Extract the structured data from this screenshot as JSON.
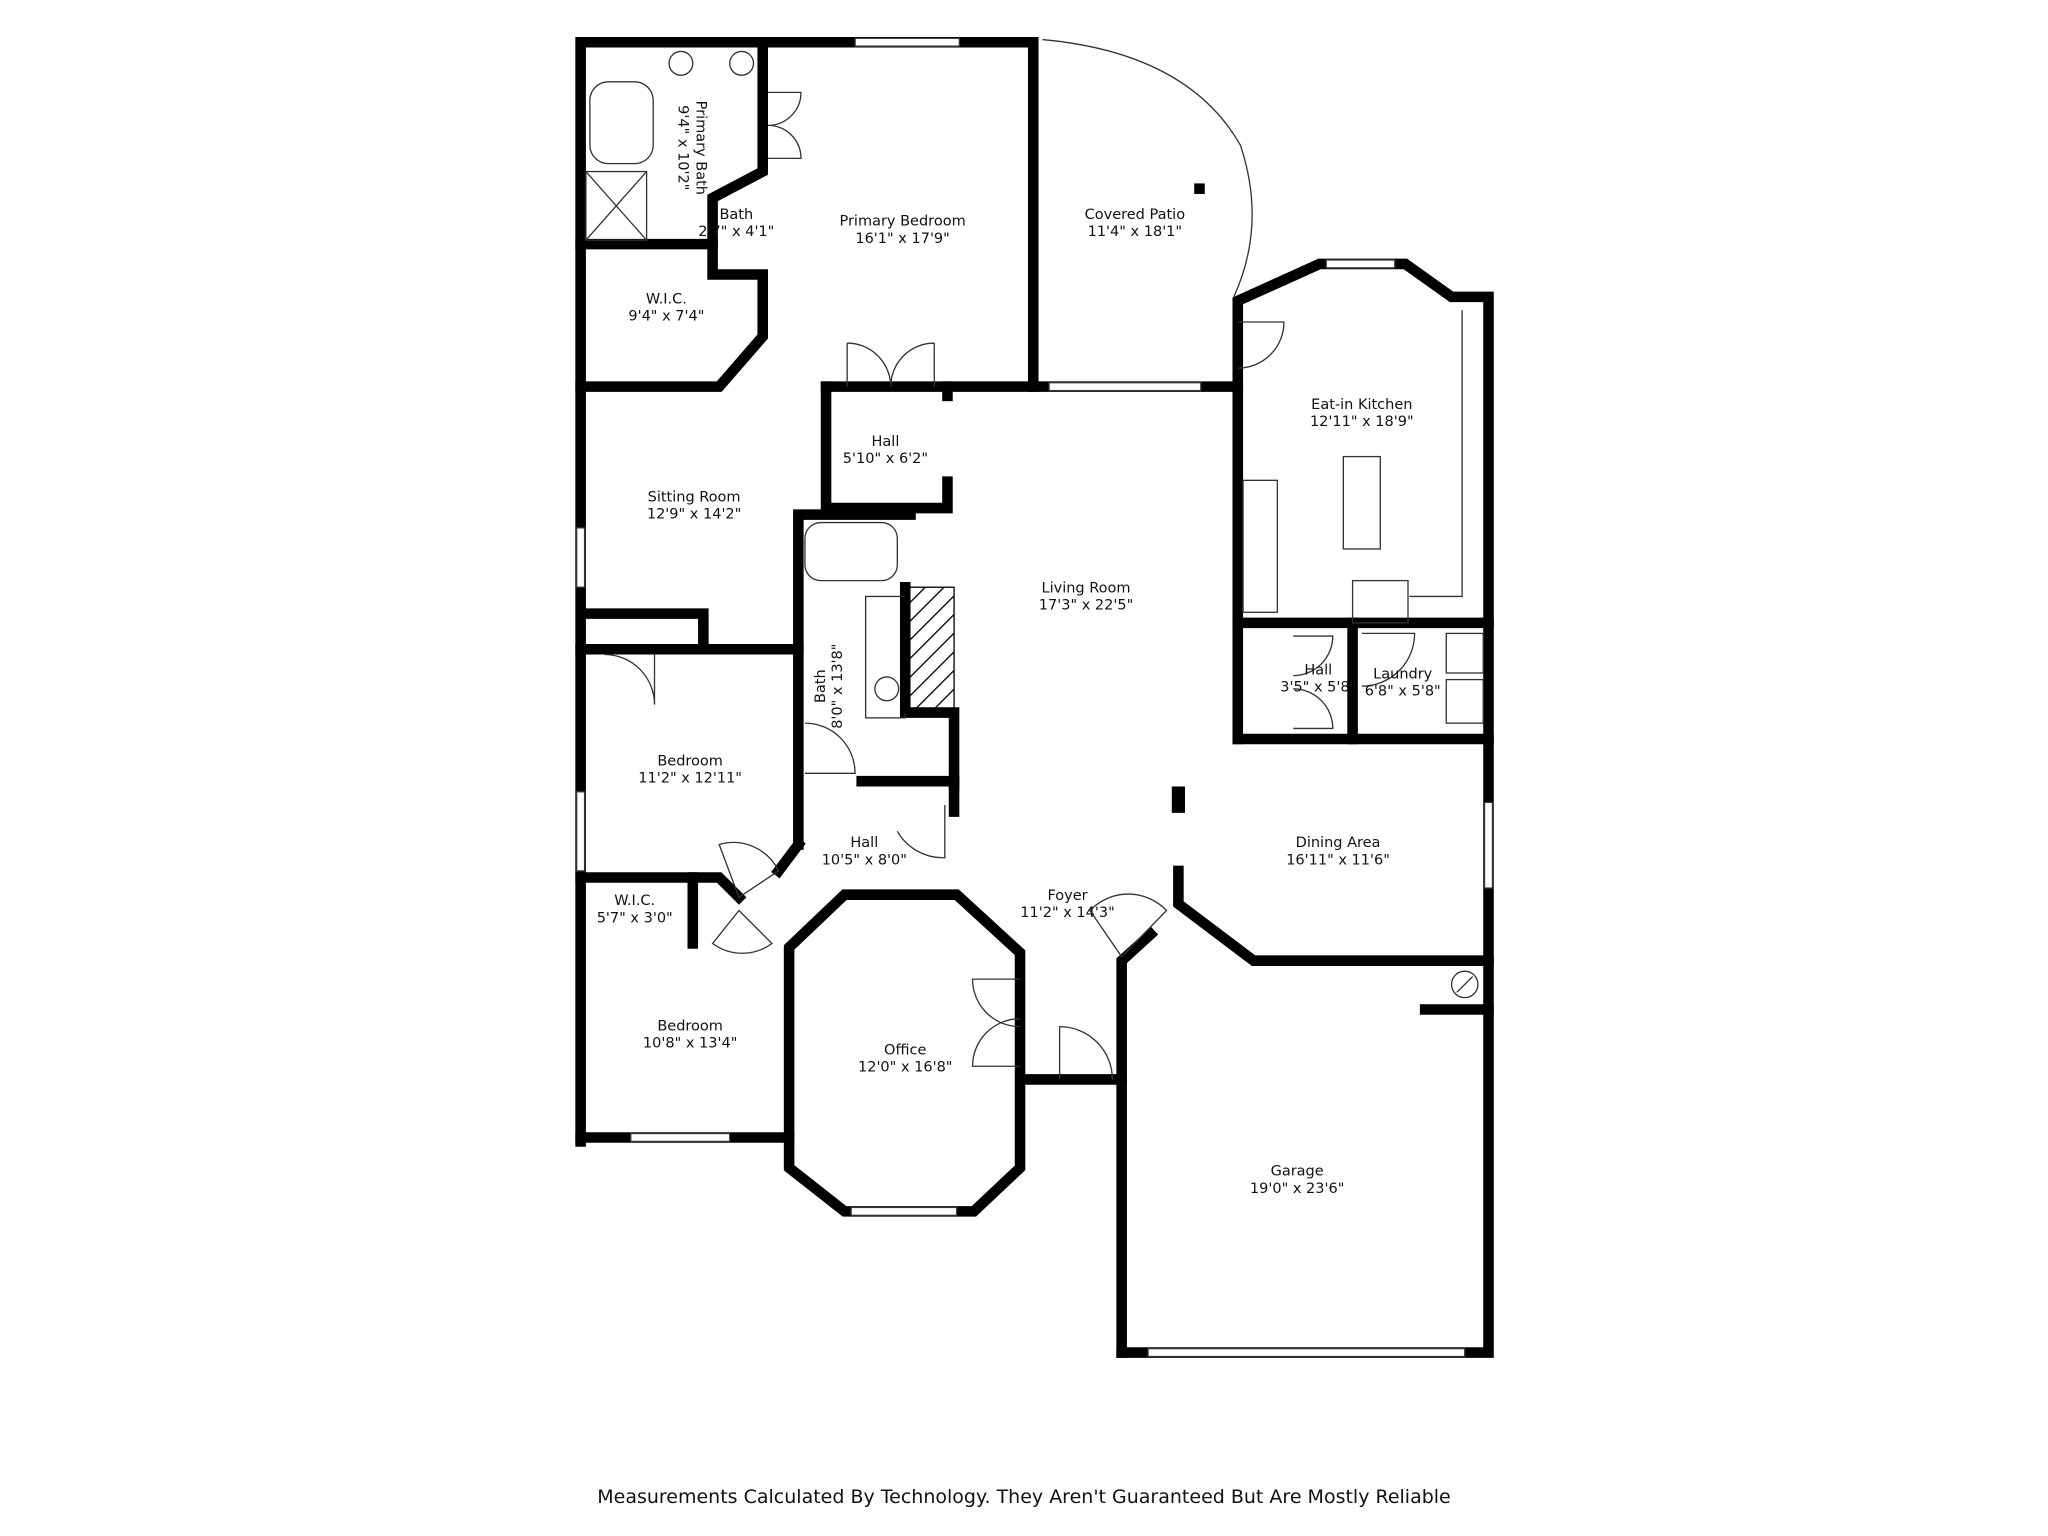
{
  "rooms": [
    {
      "name": "Primary Bath",
      "size": "9'4\" x 10'2\""
    },
    {
      "name": "Bath",
      "size": "2'7\" x 4'1\""
    },
    {
      "name": "Primary Bedroom",
      "size": "16'1\" x 17'9\""
    },
    {
      "name": "Covered Patio",
      "size": "11'4\" x 18'1\""
    },
    {
      "name": "W.I.C.",
      "size": "9'4\" x 7'4\""
    },
    {
      "name": "Eat-in Kitchen",
      "size": "12'11\" x 18'9\""
    },
    {
      "name": "Hall",
      "size": "5'10\" x 6'2\""
    },
    {
      "name": "Sitting Room",
      "size": "12'9\" x 14'2\""
    },
    {
      "name": "Living Room",
      "size": "17'3\" x 22'5\""
    },
    {
      "name": "Bath",
      "size": "8'0\" x 13'8\""
    },
    {
      "name": "Hall",
      "size": "3'5\" x 5'8\""
    },
    {
      "name": "Laundry",
      "size": "6'8\" x 5'8\""
    },
    {
      "name": "Bedroom",
      "size": "11'2\" x 12'11\""
    },
    {
      "name": "Dining Area",
      "size": "16'11\" x 11'6\""
    },
    {
      "name": "Hall",
      "size": "10'5\" x 8'0\""
    },
    {
      "name": "W.I.C.",
      "size": "5'7\" x 3'0\""
    },
    {
      "name": "Foyer",
      "size": "11'2\" x 14'3\""
    },
    {
      "name": "Bedroom",
      "size": "10'8\" x 13'4\""
    },
    {
      "name": "Office",
      "size": "12'0\" x 16'8\""
    },
    {
      "name": "Garage",
      "size": "19'0\" x 23'6\""
    }
  ],
  "footer": "Measurements Calculated By Technology. They Aren't Guaranteed But Are Mostly Reliable"
}
